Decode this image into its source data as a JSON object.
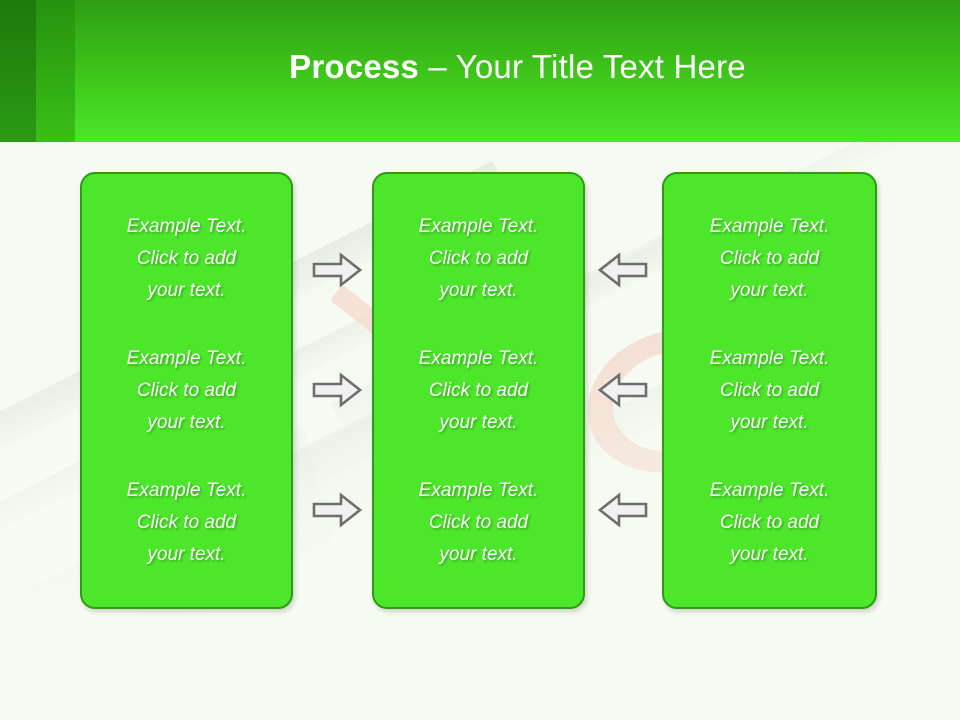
{
  "slide": {
    "background_color": "#f7fbf2",
    "accent_color": "#4ce62a",
    "header": {
      "title_bold": "Process",
      "title_regular": " – Your Title Text Here",
      "gradient_from": "#2d9e15",
      "gradient_to": "#4ce62a"
    },
    "boxes": [
      {
        "id": "box-1",
        "fill": "#4ce62a",
        "border": "#2e9b16",
        "blocks": [
          "Example Text.\nClick  to add\nyour text.",
          "Example Text.\nClick  to add\nyour text.",
          "Example Text.\nClick  to add\nyour text."
        ]
      },
      {
        "id": "box-2",
        "fill": "#4ce62a",
        "border": "#2e9b16",
        "blocks": [
          "Example Text.\nClick  to add\nyour text.",
          "Example Text.\nClick  to add\nyour text.",
          "Example Text.\nClick  to add\nyour text."
        ]
      },
      {
        "id": "box-3",
        "fill": "#4ce62a",
        "border": "#2e9b16",
        "blocks": [
          "Example Text.\nClick  to add\nyour text.",
          "Example Text.\nClick  to add\nyour text.",
          "Example Text.\nClick  to add\nyour text."
        ]
      }
    ],
    "connectors": [
      {
        "name": "arrow-right-row-1",
        "direction": "right"
      },
      {
        "name": "arrow-right-row-2",
        "direction": "right"
      },
      {
        "name": "arrow-right-row-3",
        "direction": "right"
      },
      {
        "name": "arrow-left-row-1",
        "direction": "left"
      },
      {
        "name": "arrow-left-row-2",
        "direction": "left"
      },
      {
        "name": "arrow-left-row-3",
        "direction": "left"
      }
    ]
  }
}
